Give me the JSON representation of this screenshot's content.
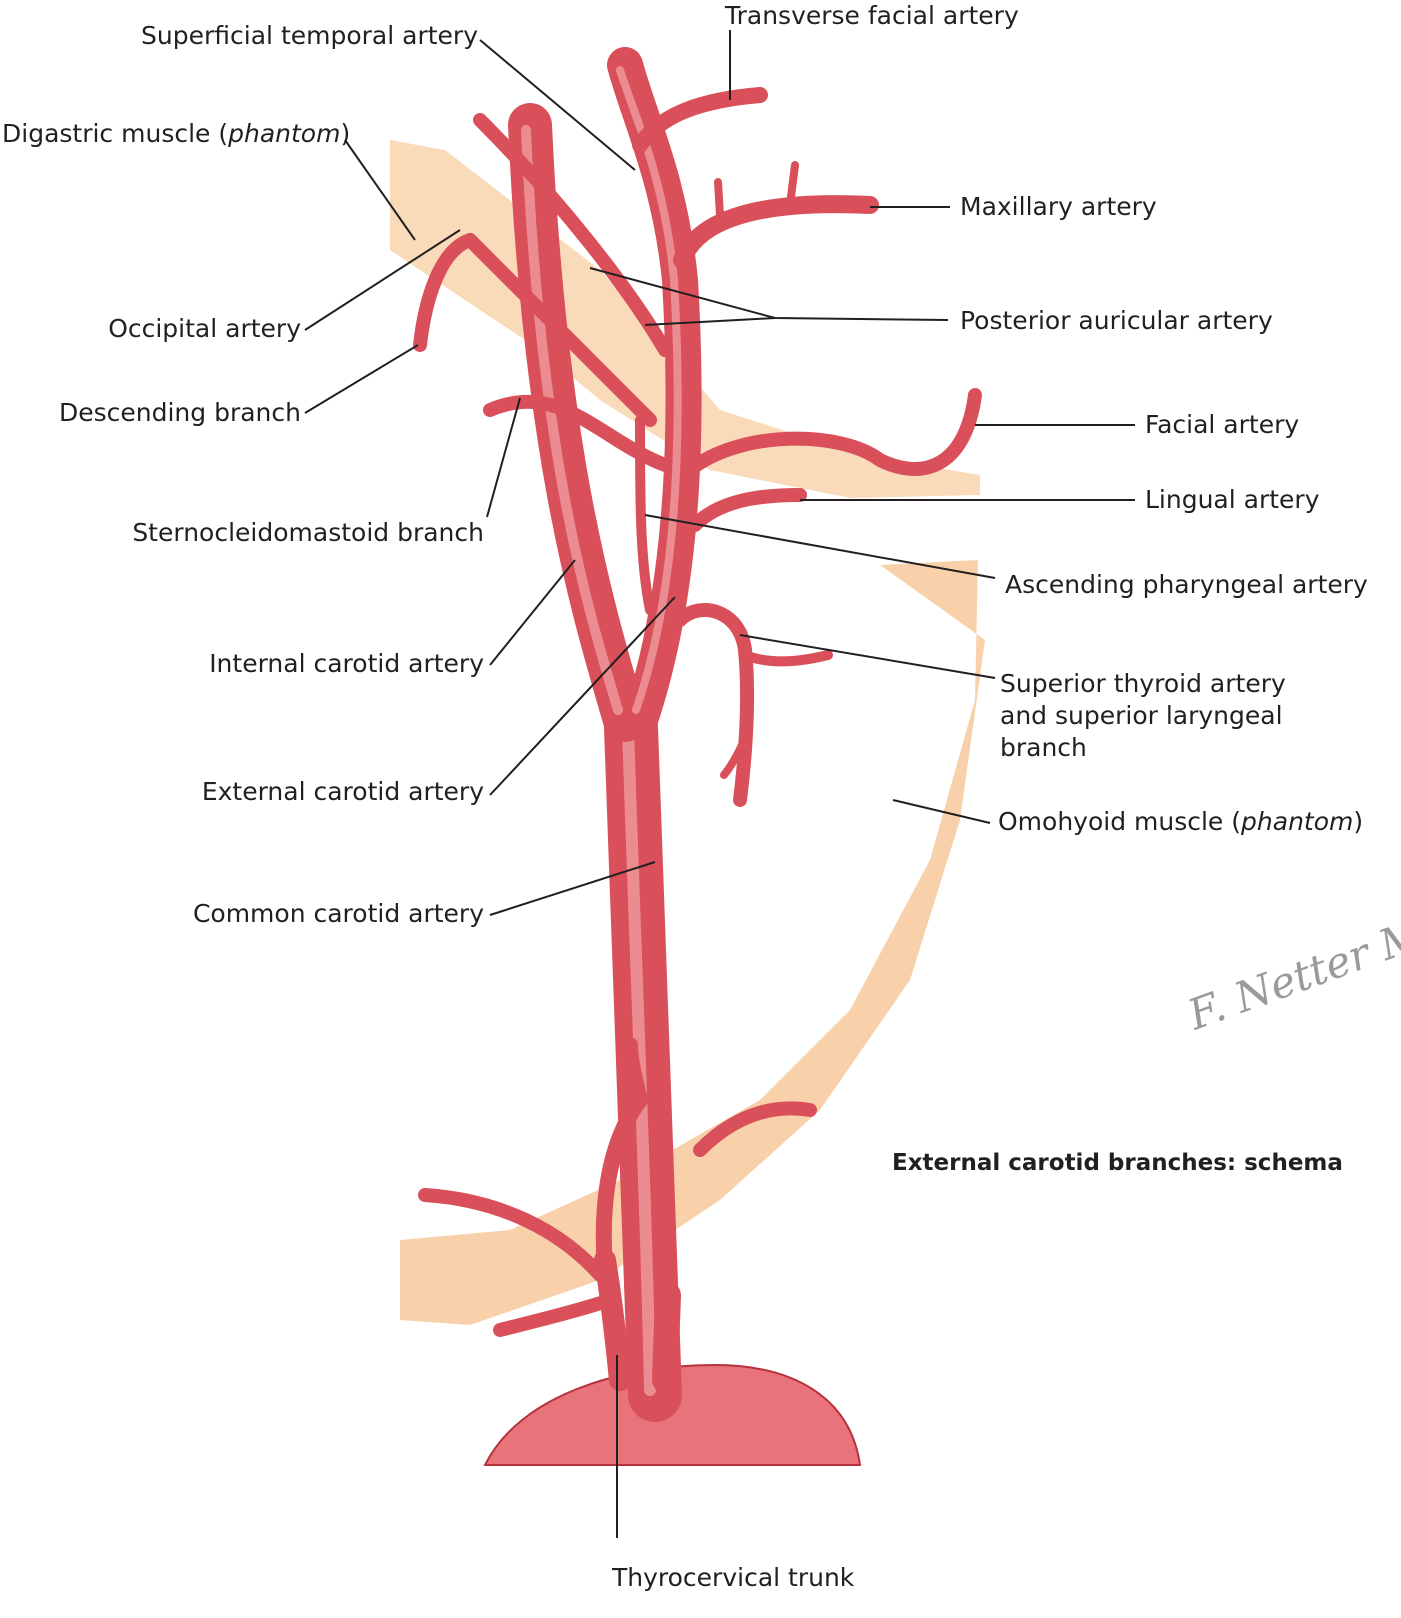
{
  "labels": {
    "superficial_temporal": "Superficial temporal artery",
    "transverse_facial": "Transverse facial artery",
    "digastric_prefix": "Digastric muscle (",
    "digastric_italic": "phantom",
    "digastric_suffix": ")",
    "maxillary": "Maxillary artery",
    "occipital": "Occipital artery",
    "posterior_auricular": "Posterior auricular artery",
    "descending_branch": "Descending branch",
    "facial": "Facial artery",
    "lingual": "Lingual artery",
    "sternocleidomastoid": "Sternocleidomastoid branch",
    "ascending_pharyngeal": "Ascending pharyngeal artery",
    "internal_carotid": "Internal carotid artery",
    "superior_thyroid": "Superior thyroid artery and superior laryngeal branch",
    "external_carotid": "External carotid artery",
    "omohyoid_prefix": "Omohyoid muscle (",
    "omohyoid_italic": "phantom",
    "omohyoid_suffix": ")",
    "common_carotid": "Common carotid artery",
    "thyrocervical": "Thyrocervical trunk"
  },
  "title": "External carotid branches: schema",
  "signature": "F. Netter M.D.",
  "colors": {
    "artery": "#d9505a",
    "artery_light": "#f2a7a6",
    "artery_dark": "#b8323d",
    "muscle": "#f7c99b",
    "muscle_edge": "#f0b47c",
    "leader": "#231f20"
  }
}
